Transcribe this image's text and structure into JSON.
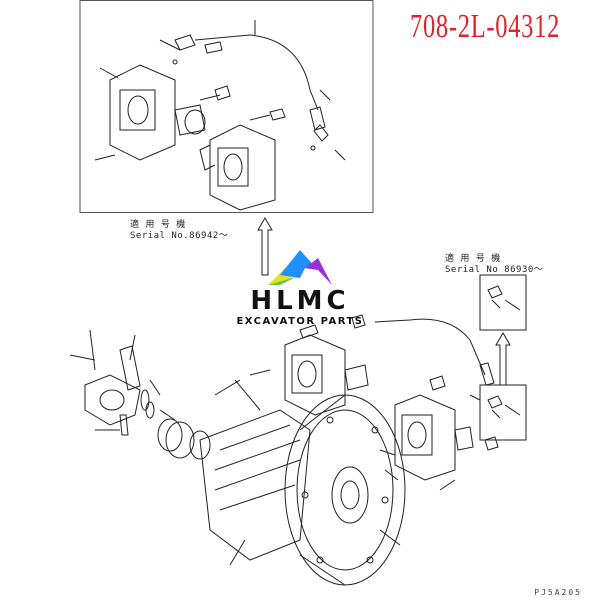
{
  "part_number": "708-2L-04312",
  "notes": {
    "upper_left": {
      "label_jp": "適 用 号 機",
      "serial": "Serial No.86942～"
    },
    "right": {
      "label_jp": "適 用 号 機",
      "serial": "Serial No 86930～"
    }
  },
  "watermark": {
    "brand": "HLMC",
    "tagline": "EXCAVATOR PARTS"
  },
  "drawing_code": "PJ5A205",
  "colors": {
    "part_number": "#e0202a",
    "logo_blue": "#1e90ff",
    "logo_purple": "#9b30d9",
    "logo_yellow": "#e8e020",
    "logo_green": "#6cc04a"
  }
}
